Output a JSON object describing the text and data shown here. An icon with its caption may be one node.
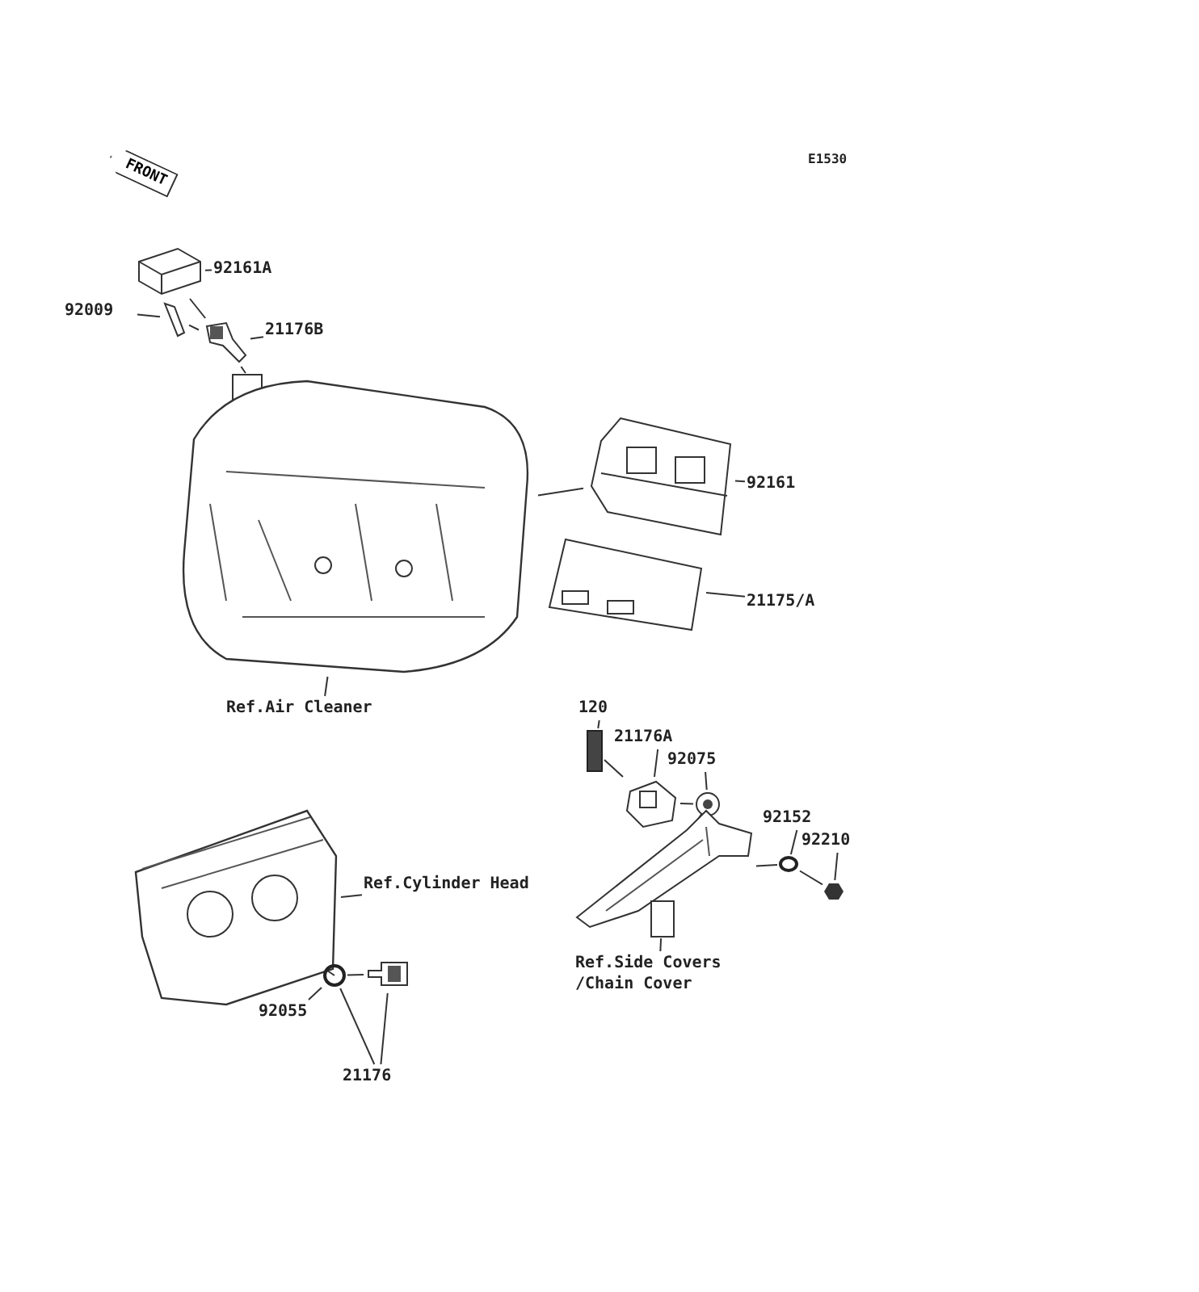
{
  "diagram": {
    "nodes": [
      {
        "text": [
          "92161A"
        ]
      },
      {
        "text": [],
        "shape": "picture"
      },
      {
        "text": [
          "92009"
        ]
      },
      {
        "text": [],
        "shape": "picture"
      },
      {
        "text": [
          "21176B"
        ]
      },
      {
        "text": [],
        "shape": "picture"
      },
      {
        "text": [],
        "shape": "picture"
      },
      {
        "text": [
          "Ref.Air Cleaner"
        ]
      },
      {
        "text": [
          "92161"
        ]
      },
      {
        "text": [],
        "shape": "picture"
      },
      {
        "text": [
          "21175/A"
        ]
      },
      {
        "text": [],
        "shape": "picture"
      },
      {
        "text": [
          "120"
        ]
      },
      {
        "text": [],
        "shape": "box"
      },
      {
        "text": [
          "21176A"
        ]
      },
      {
        "text": [],
        "shape": "picture"
      },
      {
        "text": [
          "92075"
        ]
      },
      {
        "text": [],
        "shape": "picture"
      },
      {
        "text": [
          "92152"
        ]
      },
      {
        "text": [],
        "shape": "circle"
      },
      {
        "text": [
          "92210"
        ]
      },
      {
        "text": [],
        "shape": "picture"
      },
      {
        "text": [
          "Ref.Side Covers /Chain Cover"
        ]
      },
      {
        "text": [],
        "shape": "picture"
      },
      {
        "text": [
          "Ref.Cylinder Head"
        ]
      },
      {
        "text": [],
        "shape": "picture"
      },
      {
        "text": [
          "92055"
        ]
      },
      {
        "text": [],
        "shape": "circle"
      },
      {
        "text": [
          "21176"
        ]
      },
      {
        "text": [],
        "shape": "picture"
      }
    ],
    "edges": [
      {
        "from": 0,
        "to": 1,
        "arrow": "none"
      },
      {
        "from": 2,
        "to": 3,
        "arrow": "none"
      },
      {
        "from": 4,
        "to": 5,
        "arrow": "none"
      },
      {
        "from": 7,
        "to": 6,
        "arrow": "none"
      },
      {
        "from": 8,
        "to": 9,
        "arrow": "none"
      },
      {
        "from": 10,
        "to": 11,
        "arrow": "none"
      },
      {
        "from": 12,
        "to": 13,
        "arrow": "none"
      },
      {
        "from": 14,
        "to": 15,
        "arrow": "none"
      },
      {
        "from": 16,
        "to": 17,
        "arrow": "none"
      },
      {
        "from": 18,
        "to": 19,
        "arrow": "none"
      },
      {
        "from": 20,
        "to": 21,
        "arrow": "none"
      },
      {
        "from": 22,
        "to": 23,
        "arrow": "none"
      },
      {
        "from": 24,
        "to": 25,
        "arrow": "none"
      },
      {
        "from": 26,
        "to": 27,
        "arrow": "none"
      },
      {
        "from": 28,
        "to": 27,
        "arrow": "none"
      },
      {
        "from": 28,
        "to": 29,
        "arrow": "none"
      },
      {
        "from": 1,
        "to": 5,
        "arrow": "none"
      },
      {
        "from": 3,
        "to": 5,
        "arrow": "none"
      },
      {
        "from": 5,
        "to": 6,
        "arrow": "none"
      },
      {
        "from": 9,
        "to": 6,
        "arrow": "none"
      },
      {
        "from": 13,
        "to": 15,
        "arrow": "none"
      },
      {
        "from": 15,
        "to": 17,
        "arrow": "none"
      },
      {
        "from": 17,
        "to": 23,
        "arrow": "none"
      },
      {
        "from": 23,
        "to": 19,
        "arrow": "none"
      },
      {
        "from": 19,
        "to": 21,
        "arrow": "none"
      },
      {
        "from": 25,
        "to": 27,
        "arrow": "none"
      },
      {
        "from": 27,
        "to": 29,
        "arrow": "none"
      }
    ],
    "labels": [
      "E1530",
      "FRONT"
    ]
  }
}
